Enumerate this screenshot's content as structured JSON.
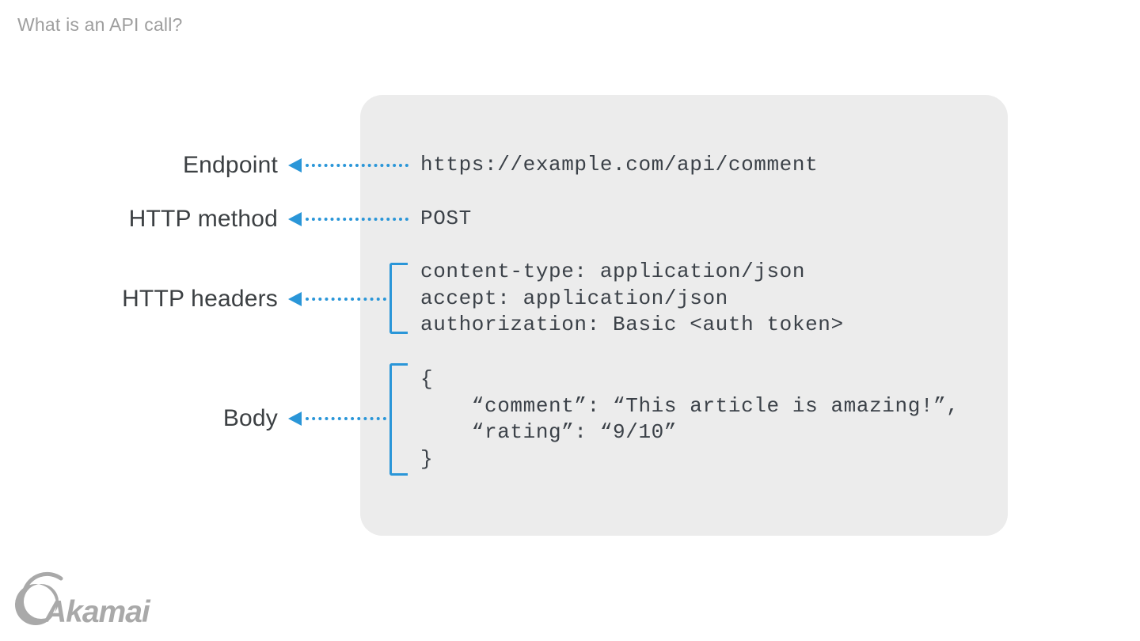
{
  "page": {
    "title": "What is an API call?"
  },
  "theme": {
    "accent_blue": "#2a96d8",
    "panel_bg": "#ececec",
    "label_color": "#3c4043",
    "code_color": "#3b4148",
    "title_color": "#9e9e9e",
    "logo_gray": "#a9a9a9",
    "page_bg": "#ffffff"
  },
  "diagram": {
    "rows": [
      {
        "label": "Endpoint",
        "code": [
          "https://example.com/api/comment"
        ]
      },
      {
        "label": "HTTP method",
        "code": [
          "POST"
        ]
      },
      {
        "label": "HTTP headers",
        "code": [
          "content-type: application/json",
          "accept: application/json",
          "authorization: Basic <auth token>"
        ]
      },
      {
        "label": "Body",
        "code": [
          "{",
          "    “comment”: “This article is amazing!”,",
          "    “rating”: “9/10”",
          "}"
        ]
      }
    ]
  },
  "footer": {
    "logo_text": "Akamai"
  }
}
